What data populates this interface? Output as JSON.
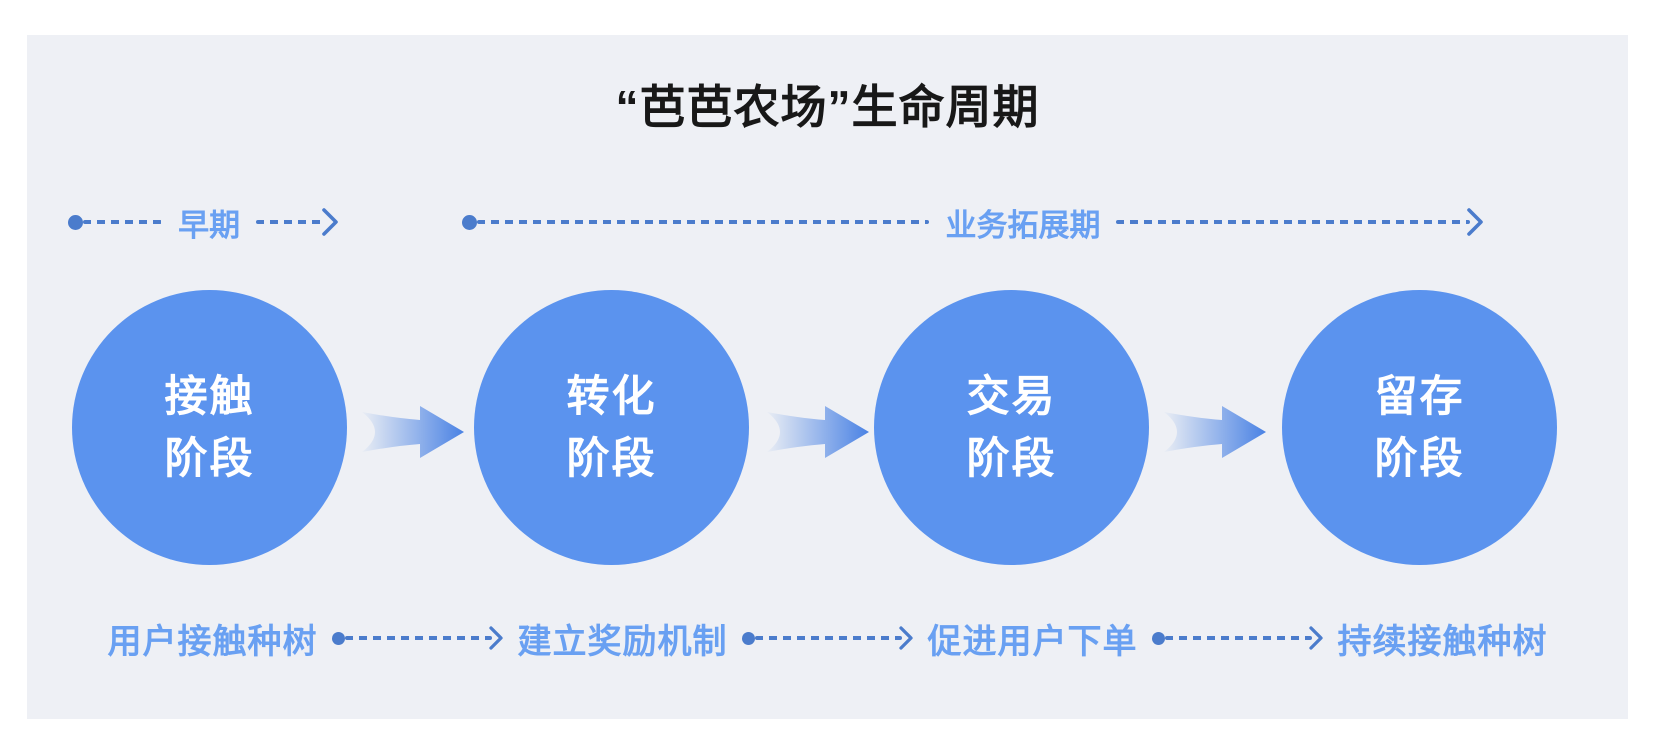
{
  "title": "“芭芭农场”生命周期",
  "colors": {
    "canvas_background": "#ffffff",
    "card_background": "#eef0f5",
    "title_text": "#181818",
    "stage_circle": "#5b93ee",
    "dash_line": "#4b7ccc",
    "phase_label": "#69a0f2",
    "flow_arrow_start": "#e9edf4",
    "flow_arrow_end": "#4a82e4"
  },
  "phase_timelines": [
    {
      "label": "早期"
    },
    {
      "label": "业务拓展期"
    }
  ],
  "stages": [
    {
      "line1": "接触",
      "line2": "阶段"
    },
    {
      "line1": "转化",
      "line2": "阶段"
    },
    {
      "line1": "交易",
      "line2": "阶段"
    },
    {
      "line1": "留存",
      "line2": "阶段"
    }
  ],
  "bottom_flow": [
    "用户接触种树",
    "建立奖励机制",
    "促进用户下单",
    "持续接触种树"
  ]
}
